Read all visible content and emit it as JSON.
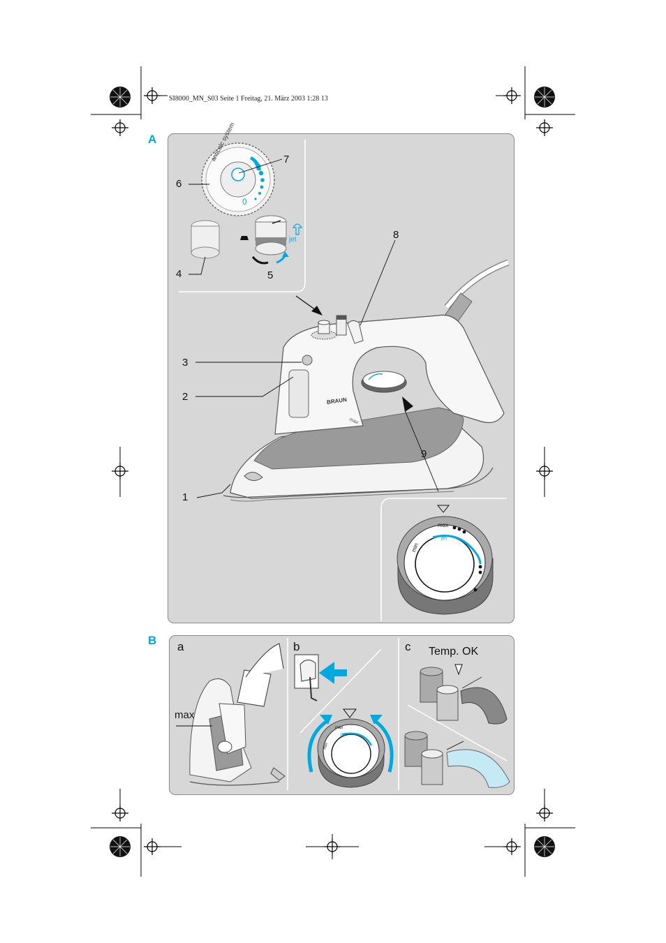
{
  "header": {
    "file_info": "SI8000_MN_S03  Seite 1  Freitag, 21. März 2003  1:28 13"
  },
  "section_a": {
    "letter": "A",
    "callouts": [
      "1",
      "2",
      "3",
      "4",
      "5",
      "6",
      "7",
      "8",
      "9"
    ],
    "dial_text": {
      "system": "anticalc system",
      "zero": "0"
    },
    "jet_label": "jet",
    "brand": "BRAUN",
    "max_label": "max",
    "temp_dial": {
      "max": "max",
      "min": "min",
      "jet": "jet"
    }
  },
  "section_b": {
    "letter": "B",
    "a": {
      "letter": "a",
      "max_label": "max"
    },
    "b": {
      "letter": "b",
      "dial_max": "max",
      "dial_min": "min",
      "dial_jet": "jet"
    },
    "c": {
      "letter": "c",
      "temp_ok": "Temp. OK"
    }
  },
  "colors": {
    "accent": "#00a9e0",
    "panel": "#d7d7d7",
    "iron_sole": "#9a9a9a"
  }
}
